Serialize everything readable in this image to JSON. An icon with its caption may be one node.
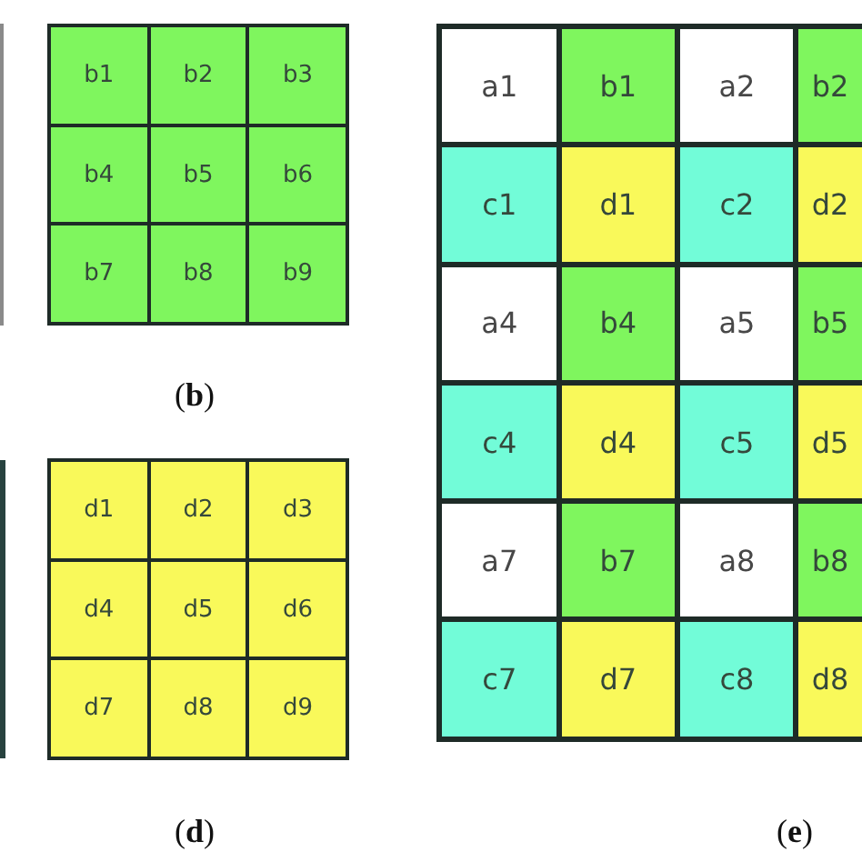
{
  "diagram": {
    "labels": [
      "b1",
      "b2",
      "b3",
      "b4",
      "b5",
      "b6",
      "b7",
      "b8",
      "b9",
      "(**b**)",
      "d1",
      "d2",
      "d3",
      "d4",
      "d5",
      "d6",
      "d7",
      "d8",
      "d9",
      "(**d**)",
      "a1",
      "b1",
      "a2",
      "b2",
      "c1",
      "d1",
      "c2",
      "d2",
      "a4",
      "b4",
      "a5",
      "b5",
      "c4",
      "d4",
      "c5",
      "d5",
      "a7",
      "b7",
      "a8",
      "b8",
      "c7",
      "d7",
      "c8",
      "d8",
      "(**e**)"
    ]
  }
}
